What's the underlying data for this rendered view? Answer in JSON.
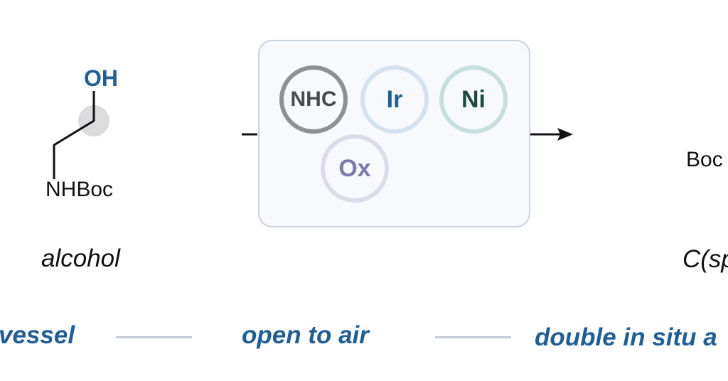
{
  "reactant": {
    "oh_label": "OH",
    "nh_label": "NHBoc",
    "caption": "alcohol"
  },
  "catalysts": {
    "nhc": "NHC",
    "ir": "Ir",
    "ni": "Ni",
    "ox": "Ox",
    "light_icon": "cfl-bulb-icon"
  },
  "product": {
    "fragment_label": "Boc",
    "caption": "C(sp"
  },
  "footer": {
    "item1": "vessel",
    "item2": "open to air",
    "item3": "double in situ a"
  },
  "colors": {
    "brand_blue": "#1f5f97",
    "nhc_gray": "#8f8f94",
    "ni_green": "#1c4d3c",
    "ox_purple": "#7a79ad"
  }
}
